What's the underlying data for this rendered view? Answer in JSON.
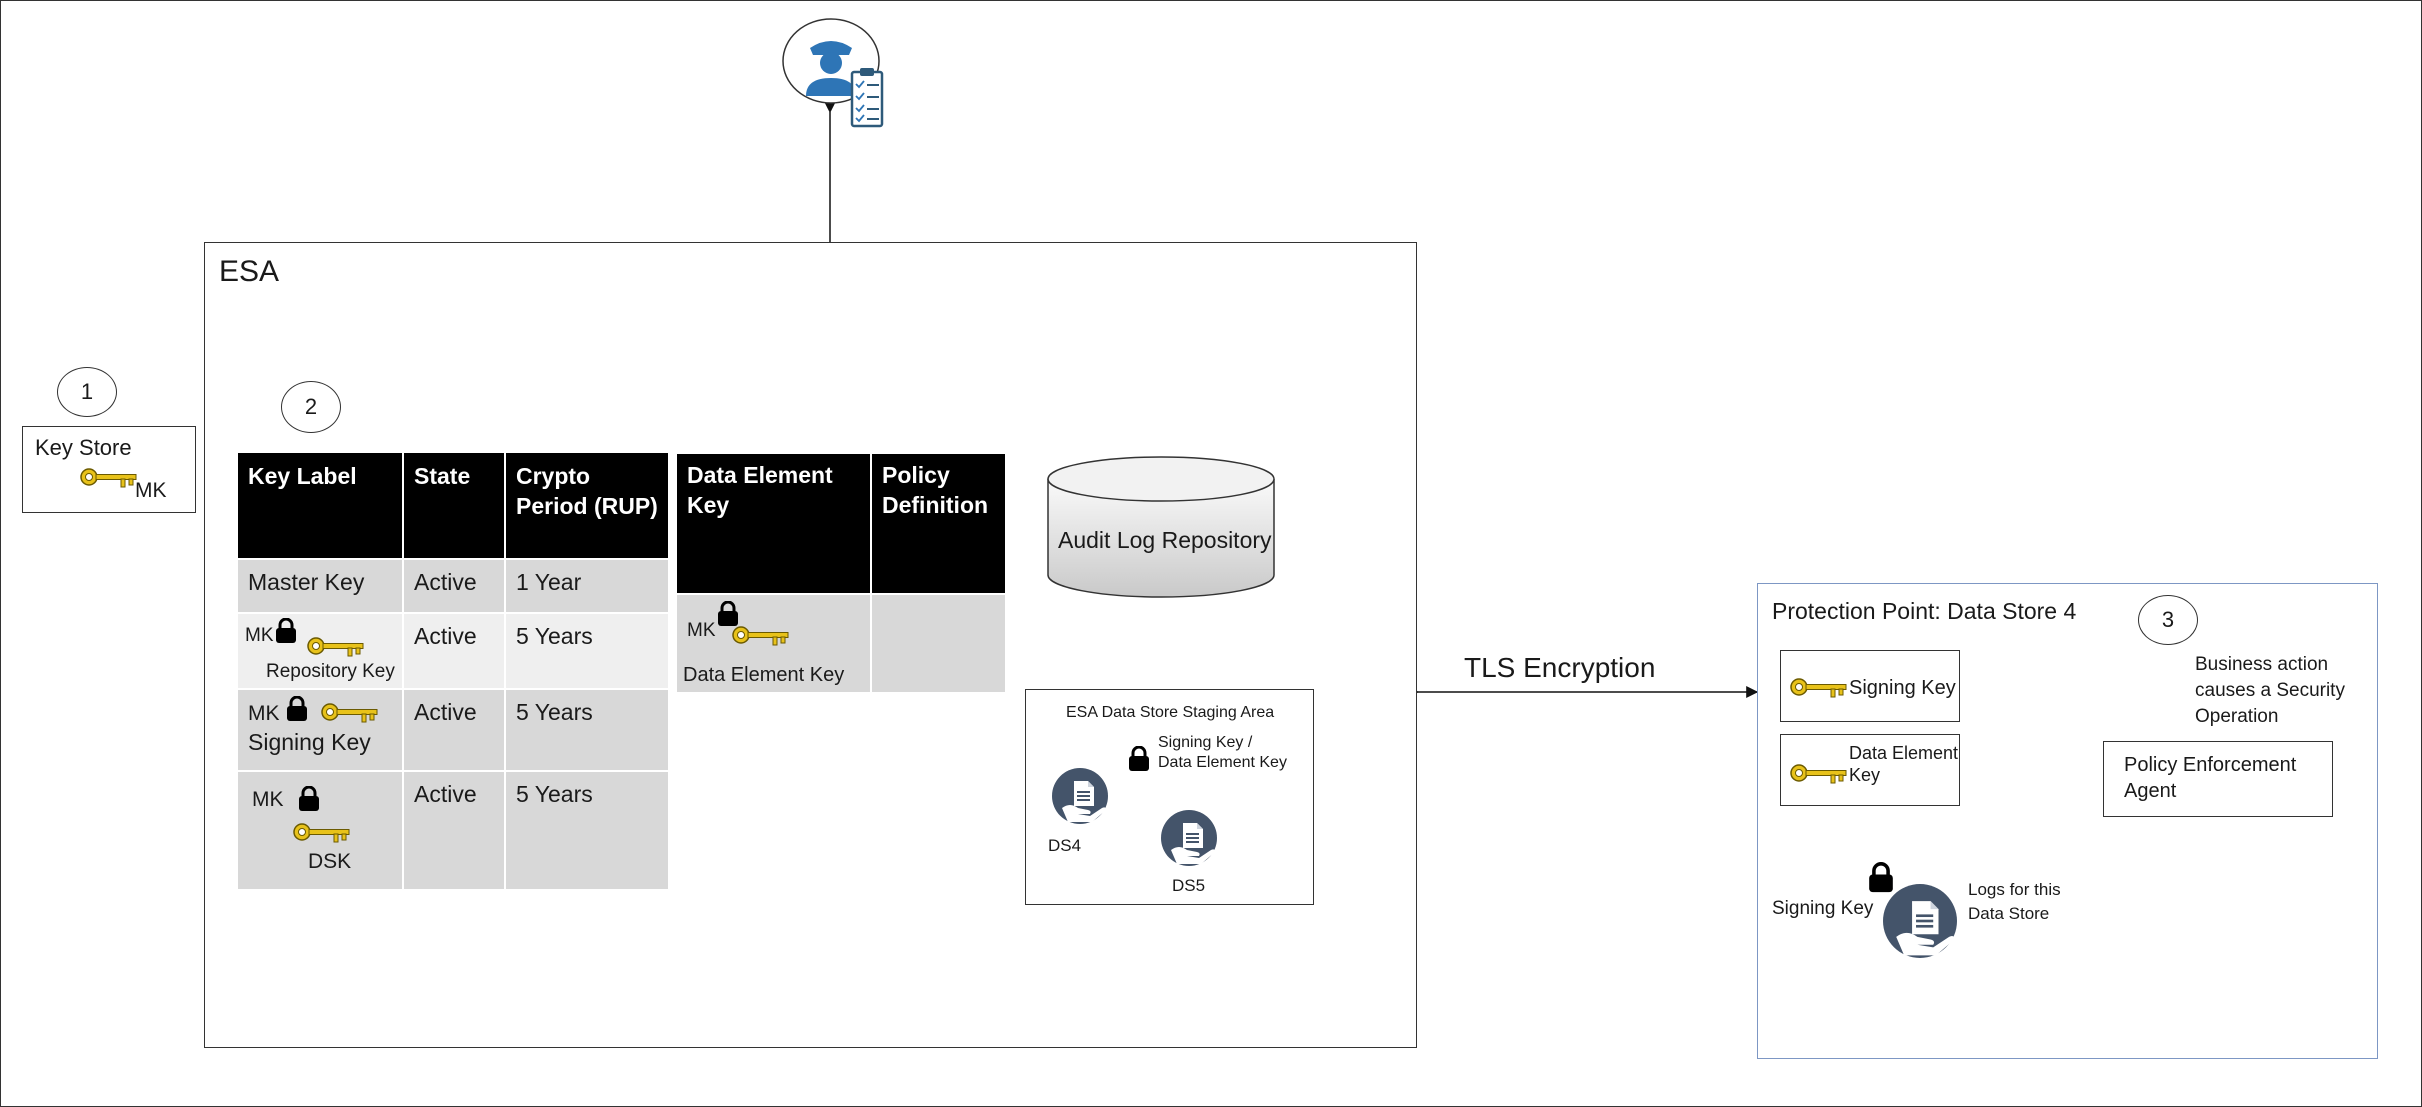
{
  "key_store": {
    "number": "1",
    "title": "Key Store",
    "key_label": "MK"
  },
  "esa": {
    "title": "ESA",
    "number": "2",
    "key_table": {
      "headers": [
        "Key Label",
        "State",
        "Crypto Period (RUP)"
      ],
      "rows": [
        {
          "label": "Master Key",
          "state": "Active",
          "period": "1 Year"
        },
        {
          "prefix": "MK",
          "label": "Repository Key",
          "state": "Active",
          "period": "5 Years"
        },
        {
          "prefix": "MK",
          "label": "Signing Key",
          "state": "Active",
          "period": "5 Years"
        },
        {
          "prefix": "MK",
          "label": "DSK",
          "state": "Active",
          "period": "5 Years"
        }
      ]
    },
    "policy_table": {
      "headers": [
        "Data Element Key",
        "Policy Definition"
      ],
      "row": {
        "prefix": "MK",
        "label": "Data Element Key"
      }
    },
    "audit_repository": "Audit Log Repository",
    "staging": {
      "title": "ESA Data Store Staging Area",
      "key_label_line1": "Signing Key /",
      "key_label_line2": "Data Element Key",
      "ds4": "DS4",
      "ds5": "DS5"
    }
  },
  "tls_label": "TLS Encryption",
  "protection_point": {
    "title": "Protection Point:  Data Store 4",
    "number": "3",
    "signing_key": "Signing Key",
    "data_element_key_line1": "Data Element",
    "data_element_key_line2": "Key",
    "business_line1": "Business action",
    "business_line2": "causes a Security",
    "business_line3": "Operation",
    "agent_line1": "Policy Enforcement",
    "agent_line2": "Agent",
    "signing_key_bottom": "Signing Key",
    "logs_line1": "Logs for this",
    "logs_line2": "Data Store"
  },
  "colors": {
    "key_gold": "#e8c21a",
    "doc_icon": "#44546a",
    "security_officer": "#2e75b6",
    "pp_border": "#7d97c4"
  }
}
